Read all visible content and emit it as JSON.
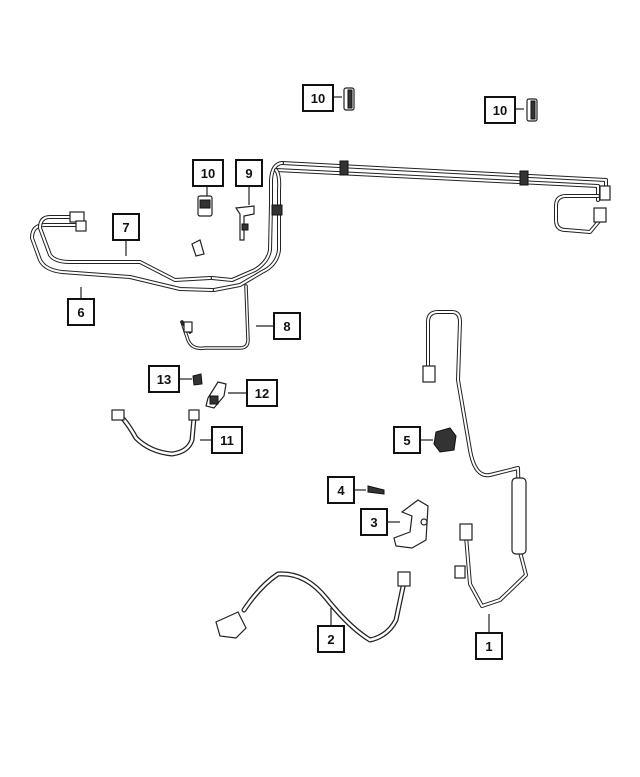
{
  "diagram": {
    "callouts": [
      "1",
      "2",
      "3",
      "4",
      "5",
      "6",
      "7",
      "8",
      "9",
      "10",
      "10",
      "10",
      "11",
      "12",
      "13"
    ]
  }
}
